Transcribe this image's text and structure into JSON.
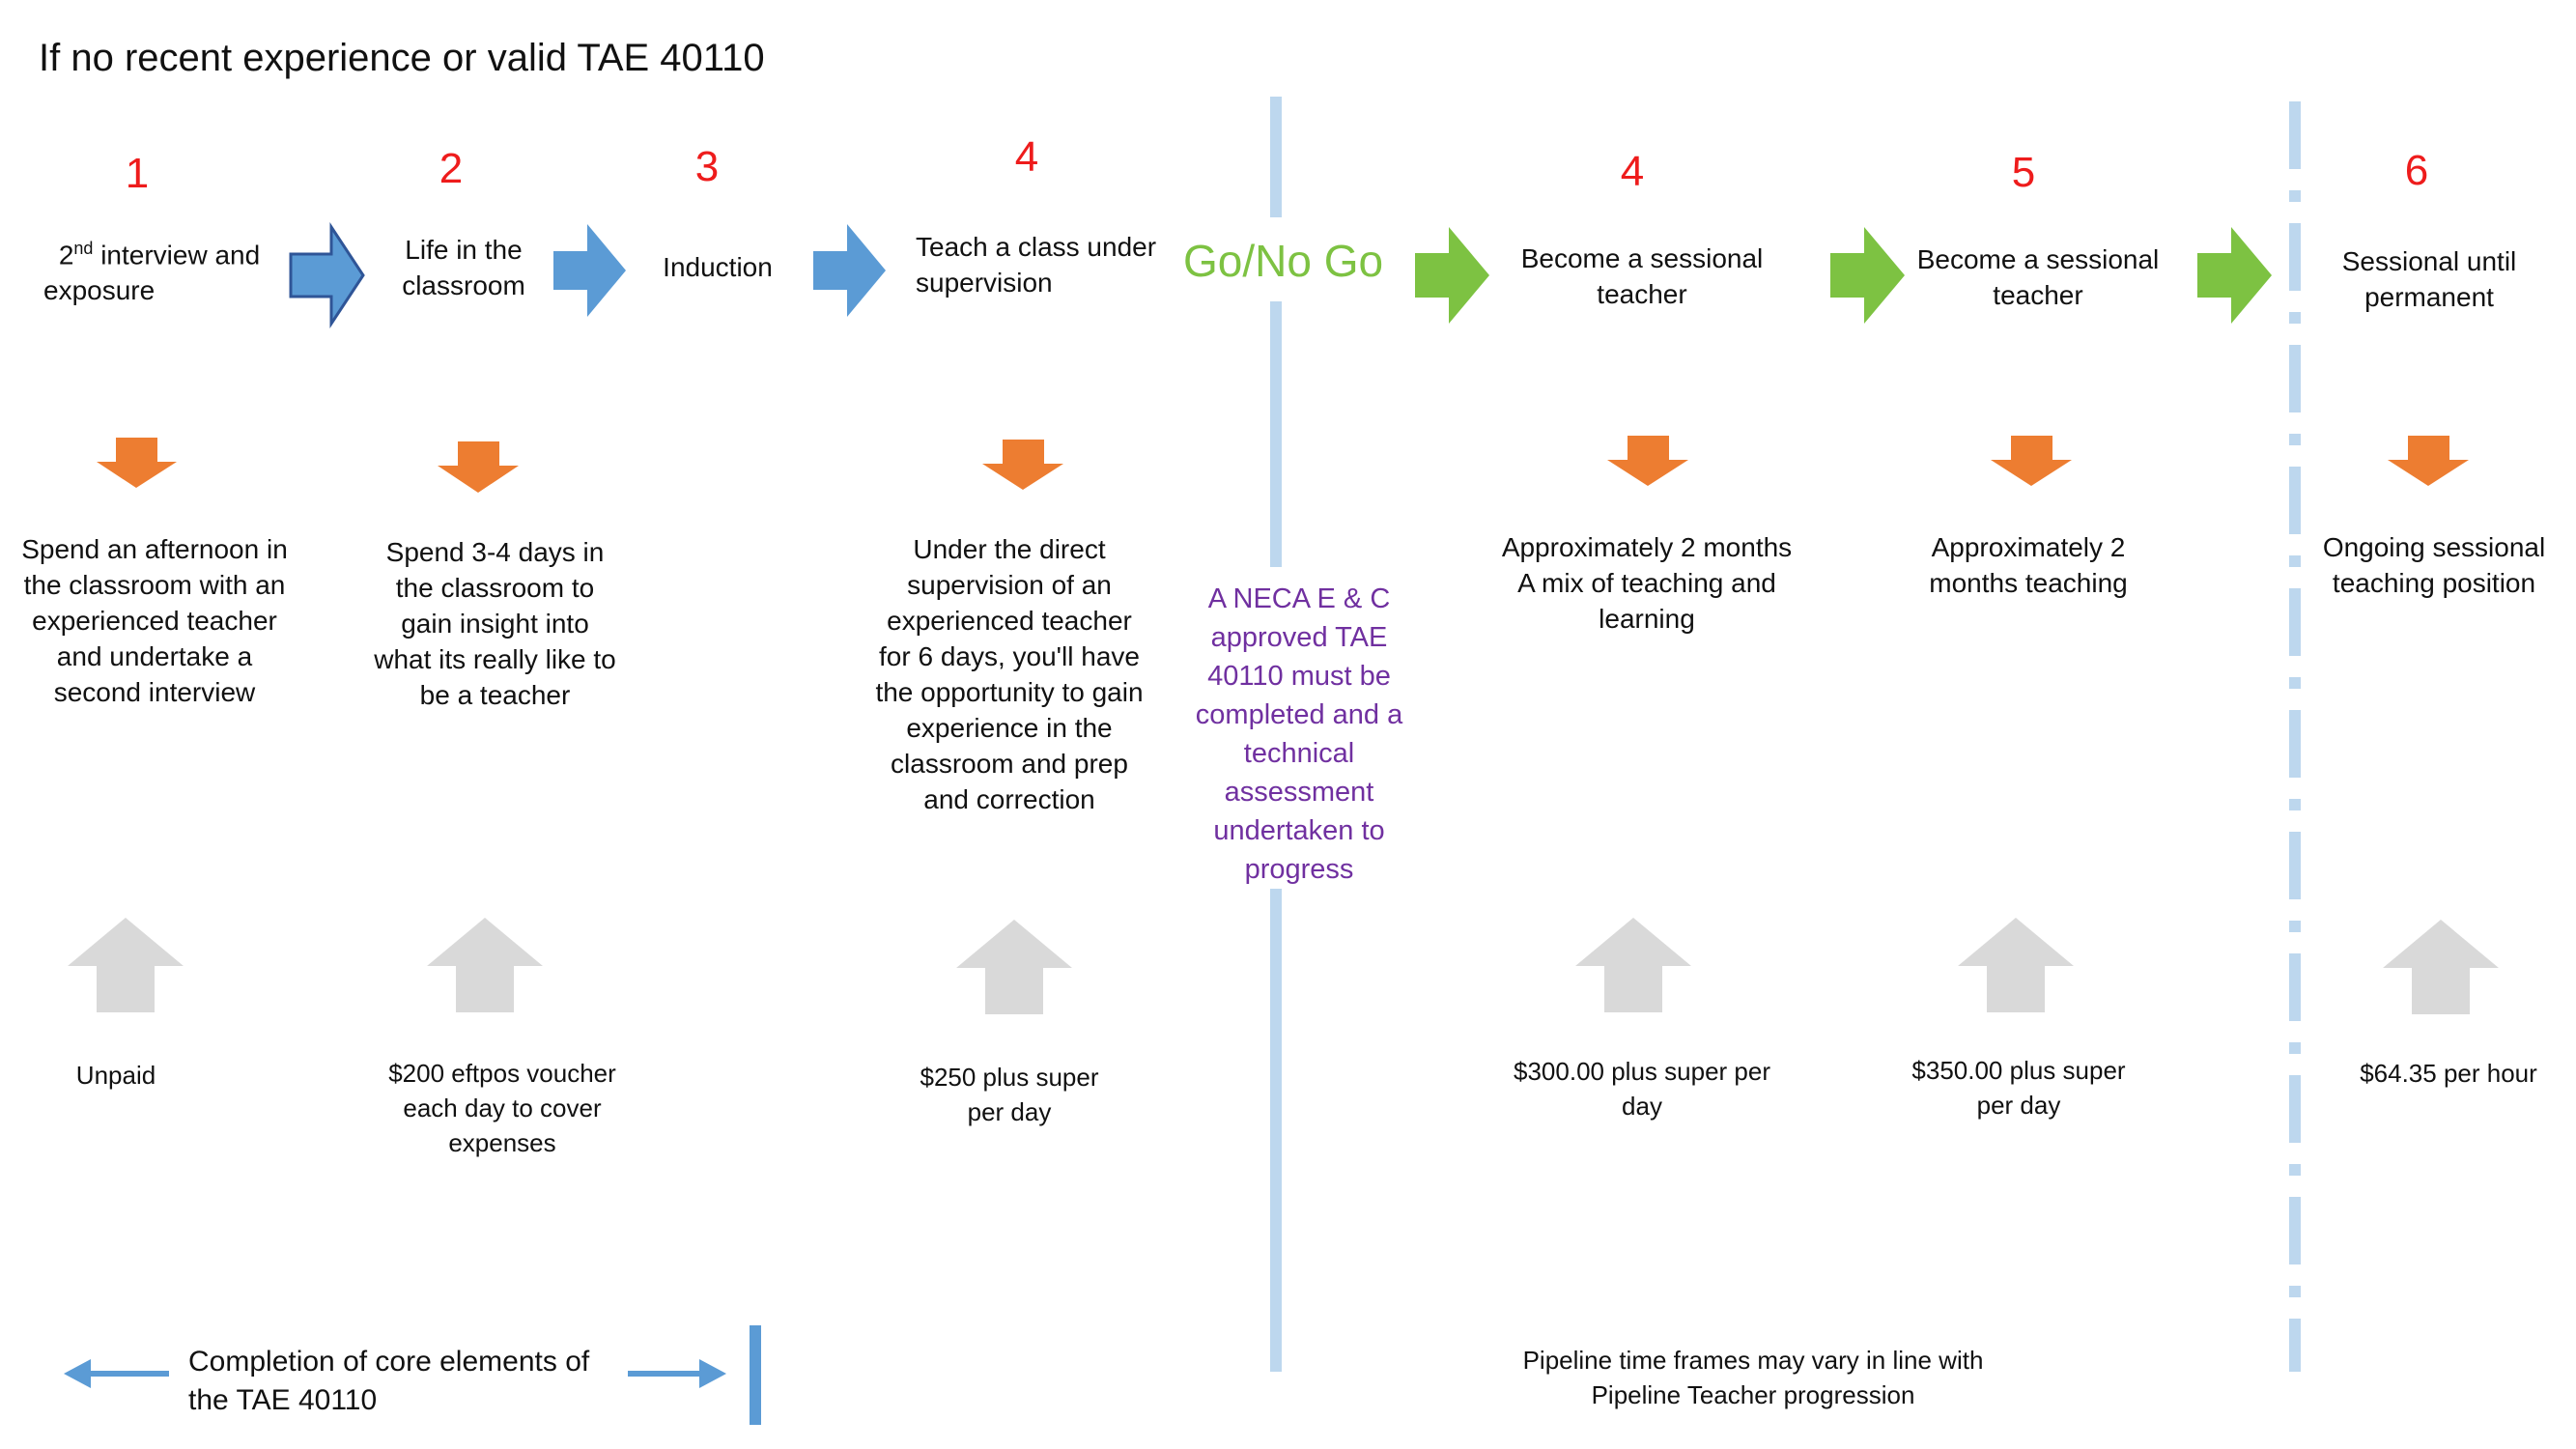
{
  "title": "If no recent experience or valid TAE 40110",
  "steps": [
    {
      "number": "1",
      "label_main": "2",
      "label_sup": "nd",
      "label_rest": " interview and",
      "label_line2": "exposure",
      "description": "Spend an afternoon in the classroom with an experienced teacher and undertake a second interview",
      "payment": "Unpaid"
    },
    {
      "number": "2",
      "label": "Life in the classroom",
      "description": "Spend 3-4 days in the classroom to gain insight into what its really like to be a teacher",
      "payment": "$200 eftpos voucher each day to cover expenses"
    },
    {
      "number": "3",
      "label": "Induction"
    },
    {
      "number": "4",
      "label": "Teach a class under supervision",
      "description": "Under the direct supervision of an experienced teacher for 6 days, you'll have the opportunity to gain experience in the classroom and prep and correction",
      "payment": "$250 plus super per day"
    },
    {
      "number": "4",
      "label": "Become a sessional teacher",
      "description": "Approximately 2 months\nA mix of teaching and learning",
      "payment": "$300.00 plus super per day"
    },
    {
      "number": "5",
      "label": "Become a sessional teacher",
      "description": "Approximately 2 months teaching",
      "payment": "$350.00 plus super per day"
    },
    {
      "number": "6",
      "label": "Sessional until permanent",
      "description": "Ongoing sessional teaching position",
      "payment": "$64.35 per hour"
    }
  ],
  "gate": {
    "label": "Go/No Go",
    "requirement": "A NECA E & C approved TAE 40110 must be completed and a technical assessment undertaken to progress"
  },
  "legend": {
    "text": "Completion of core elements of the TAE 40110"
  },
  "note": {
    "text": "Pipeline time frames may vary in line with Pipeline Teacher progression"
  },
  "colors": {
    "step_number": "#ee1c1c",
    "blue_arrow": "#5b9bd5",
    "green_arrow": "#7dc242",
    "orange_arrow": "#ed7d31",
    "grey_arrow": "#d9d9d9",
    "gate_line": "#bdd7ee",
    "requirement_text": "#7030a0"
  }
}
